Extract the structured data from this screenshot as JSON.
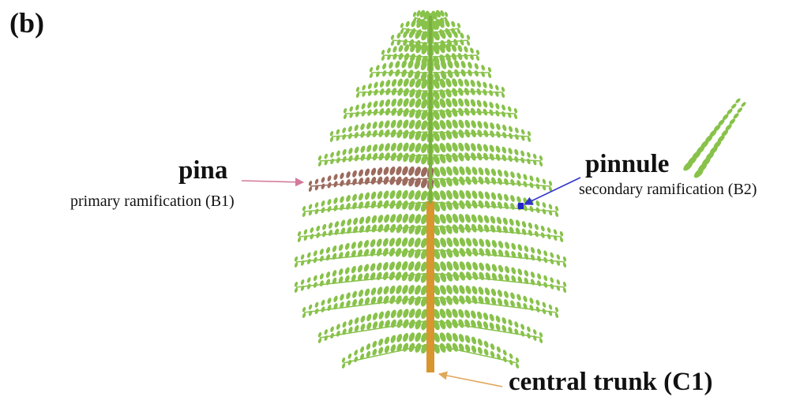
{
  "figure": {
    "panel_label": "(b)"
  },
  "labels": {
    "pina_title": "pina",
    "pina_subtitle": "primary ramification (B1)",
    "pinnule_title": "pinnule",
    "pinnule_subtitle": "secondary ramification (B2)",
    "trunk_title": "central trunk (C1)"
  },
  "colors": {
    "frond_green": "#88c24a",
    "pina_brown": "#9c6b5e",
    "trunk_orange": "#d9952e",
    "pinnule_blue": "#2222cc",
    "arrow_pink": "#d47a9a",
    "arrow_blue": "#3333cc",
    "arrow_orange": "#e0a85a"
  }
}
